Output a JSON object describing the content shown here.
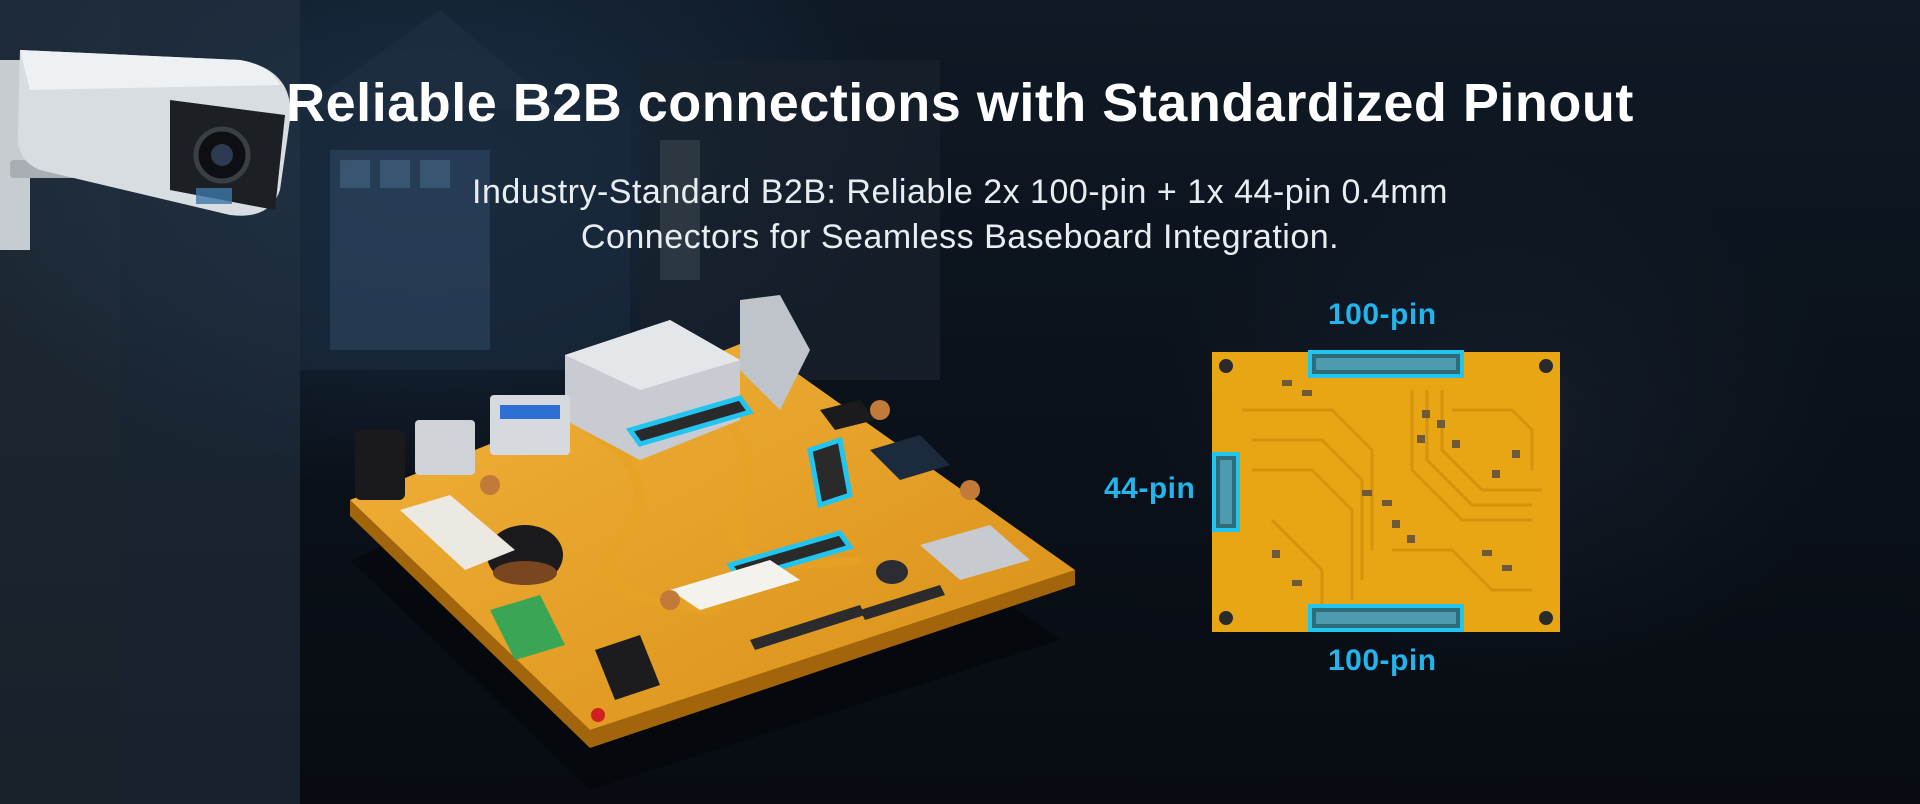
{
  "header": {
    "title": "Reliable B2B connections with Standardized Pinout",
    "subtitle_line1": "Industry-Standard B2B: Reliable 2x 100-pin + 1x 44-pin 0.4mm",
    "subtitle_line2": "Connectors for Seamless Baseboard Integration."
  },
  "pcb_labels": {
    "top": "100-pin",
    "left": "44-pin",
    "bottom": "100-pin"
  },
  "colors": {
    "accent": "#22b4ea",
    "pcb_gold": "#e8a615",
    "background": "#0a0f16",
    "title": "#ffffff"
  }
}
